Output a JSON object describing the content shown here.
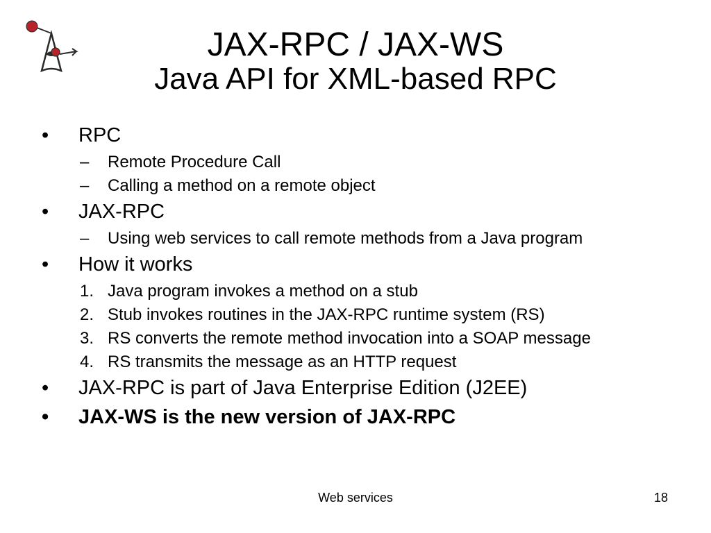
{
  "slide": {
    "title_line1": "JAX-RPC / JAX-WS",
    "title_line2": "Java API for XML-based RPC",
    "footer": "Web services",
    "page_number": "18"
  },
  "items": [
    {
      "level": 1,
      "marker": "•",
      "text": "RPC",
      "bold": false
    },
    {
      "level": 2,
      "marker": "–",
      "text": "Remote Procedure Call"
    },
    {
      "level": 2,
      "marker": "–",
      "text": "Calling a method on a remote object"
    },
    {
      "level": 1,
      "marker": "•",
      "text": "JAX-RPC",
      "bold": false
    },
    {
      "level": 2,
      "marker": "–",
      "text": "Using web services to call remote methods from a Java program"
    },
    {
      "level": 1,
      "marker": "•",
      "text": "How it works",
      "bold": false
    },
    {
      "level": 2,
      "marker": "1.",
      "text": "Java program invokes a method on a stub"
    },
    {
      "level": 2,
      "marker": "2.",
      "text": "Stub invokes routines in the JAX-RPC runtime system (RS)"
    },
    {
      "level": 2,
      "marker": "3.",
      "text": "RS converts the remote method invocation into a SOAP message"
    },
    {
      "level": 2,
      "marker": "4.",
      "text": "RS transmits the message as an HTTP request"
    },
    {
      "level": 1,
      "marker": "•",
      "text": "JAX-RPC is part of Java Enterprise Edition (J2EE)",
      "bold": false
    },
    {
      "level": 1,
      "marker": "•",
      "text": "JAX-WS is the new version of JAX-RPC",
      "bold": true
    }
  ],
  "logo": {
    "icon": "java-duke-icon",
    "colors": {
      "nose": "#b5242b",
      "outline": "#2b2b2b",
      "body": "#ffffff"
    }
  }
}
